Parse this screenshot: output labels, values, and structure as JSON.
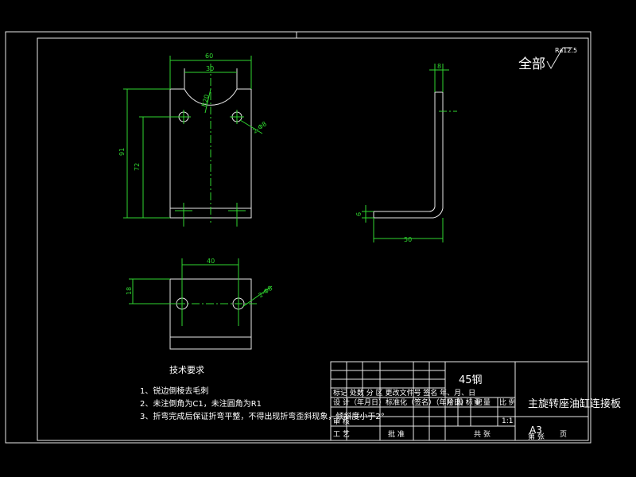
{
  "roughness": {
    "scope": "全部",
    "symbol": "Ra12.5"
  },
  "views": {
    "front": {
      "dim_width": "60",
      "dim_slot": "30",
      "dim_radius": "R20",
      "dim_holes": "2-Φ8",
      "dim_total": "91",
      "dim_height": "72"
    },
    "side": {
      "dim_thickness": "8",
      "dim_base": "50",
      "dim_foot": "6"
    },
    "bottom": {
      "dim_width": "40",
      "dim_height": "18",
      "dim_holes": "2-Φ8"
    }
  },
  "tech": {
    "title": "技术要求",
    "items": [
      "1、锐边倒棱去毛刺",
      "2、未注倒角为C1，未注圆角为R1",
      "3、折弯完成后保证折弯平整，不得出现折弯歪斜现象，倾斜度小于2°"
    ]
  },
  "title_block": {
    "material": "45钢",
    "part_name": "主旋转座油缸连接板",
    "sheet_size": "A3",
    "scale": "1:1",
    "header_row": "标记 处数 分 区 更改文件号 签名 年、月、日",
    "design": "设 计",
    "design_note": "（年月日）标准化（签名）（年月日）",
    "review": "审 核",
    "process": "工 艺",
    "approve": "批 准",
    "stage_labels": [
      "阶 段 标 记",
      "重 量",
      "比 例"
    ],
    "total": "共 张",
    "sheet": "第 张",
    "page": "页"
  }
}
